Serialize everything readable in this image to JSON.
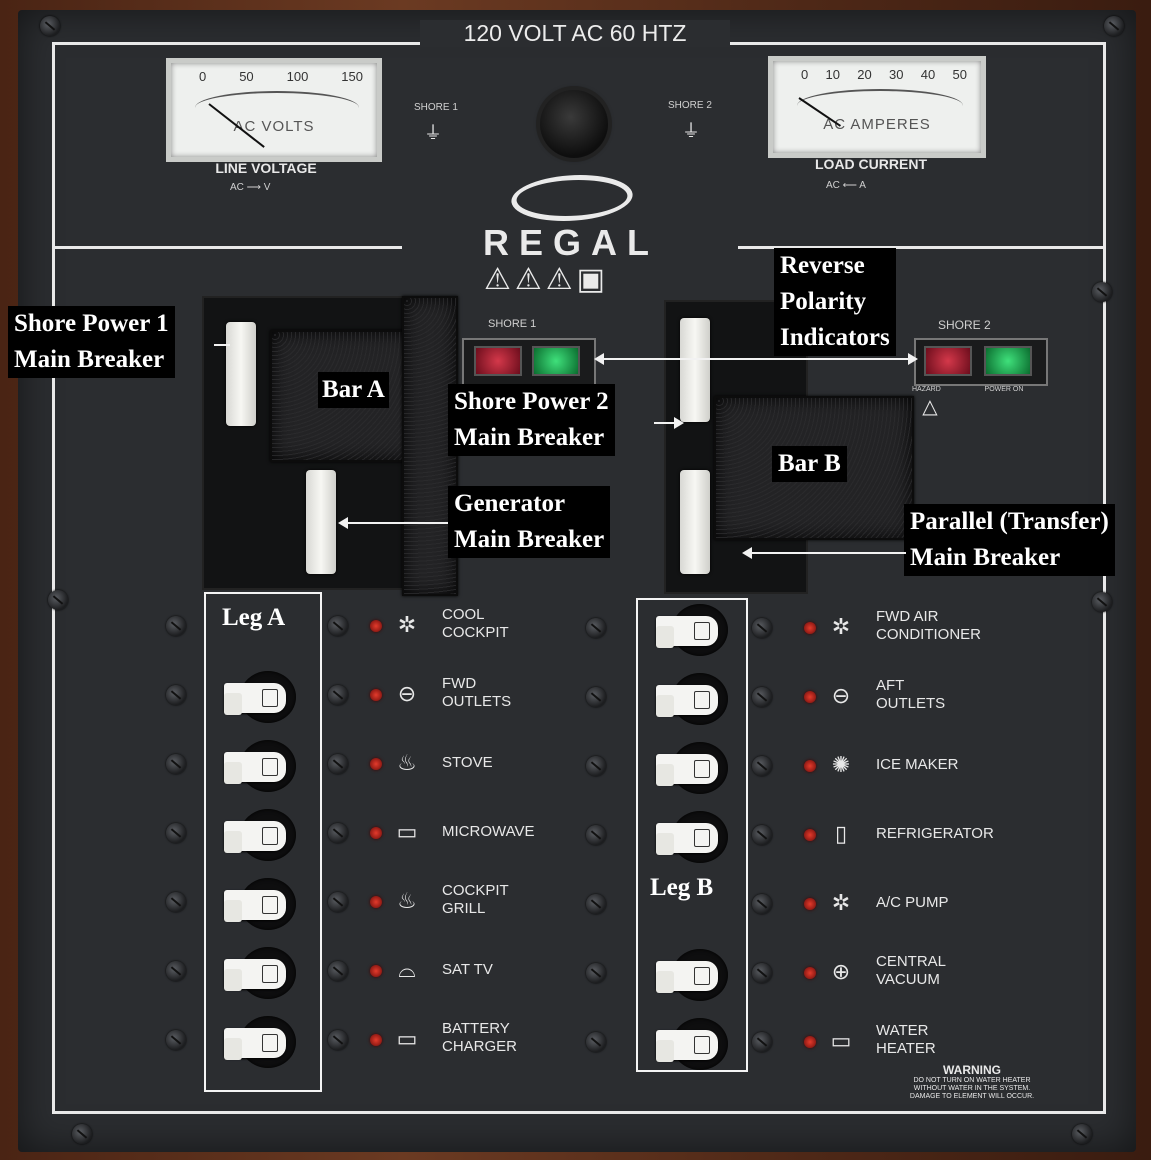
{
  "panel": {
    "header": "120 VOLT AC 60 HTZ",
    "brand": "REGAL",
    "meters": {
      "voltage": {
        "scale": [
          "0",
          "50",
          "100",
          "150"
        ],
        "face_label": "AC VOLTS",
        "title": "LINE VOLTAGE",
        "sub": "AC ⟶ V"
      },
      "current": {
        "scale": [
          "0",
          "10",
          "20",
          "30",
          "40",
          "50"
        ],
        "face_label": "AC AMPERES",
        "title": "LOAD CURRENT",
        "sub": "AC ⟵ A"
      }
    },
    "shore1_symbol_label": "SHORE 1",
    "shore2_symbol_label": "SHORE 2",
    "indicator1_label": "SHORE 1",
    "indicator2_label": "SHORE 2",
    "hazard_label": "HAZARD",
    "power_on_label": "POWER ON",
    "warning": {
      "title": "WARNING",
      "body": "DO NOT TURN ON WATER HEATER WITHOUT WATER IN THE SYSTEM. DAMAGE TO ELEMENT WILL OCCUR."
    }
  },
  "circuits_left": [
    {
      "line1": "COOL",
      "line2": "COCKPIT",
      "icon": "gear-icon"
    },
    {
      "line1": "FWD",
      "line2": "OUTLETS",
      "icon": "outlet-icon"
    },
    {
      "line1": "STOVE",
      "line2": "",
      "icon": "heat-icon"
    },
    {
      "line1": "MICROWAVE",
      "line2": "",
      "icon": "microwave-icon"
    },
    {
      "line1": "COCKPIT",
      "line2": "GRILL",
      "icon": "heat-icon"
    },
    {
      "line1": "SAT TV",
      "line2": "",
      "icon": "dish-icon"
    },
    {
      "line1": "BATTERY",
      "line2": "CHARGER",
      "icon": "battery-icon"
    }
  ],
  "circuits_right": [
    {
      "line1": "FWD AIR",
      "line2": "CONDITIONER",
      "icon": "gear-icon"
    },
    {
      "line1": "AFT",
      "line2": "OUTLETS",
      "icon": "outlet-icon"
    },
    {
      "line1": "ICE MAKER",
      "line2": "",
      "icon": "snowflake-icon"
    },
    {
      "line1": "REFRIGERATOR",
      "line2": "",
      "icon": "fridge-icon"
    },
    {
      "line1": "A/C PUMP",
      "line2": "",
      "icon": "gear-icon"
    },
    {
      "line1": "CENTRAL",
      "line2": "VACUUM",
      "icon": "vacuum-icon"
    },
    {
      "line1": "WATER",
      "line2": "HEATER",
      "icon": "water-heater-icon"
    }
  ],
  "annotations": {
    "shore_power_1": [
      "Shore  Power  1",
      "Main Breaker"
    ],
    "bar_a": "Bar A",
    "shore_power_2": [
      "Shore  Power  2",
      "Main Breaker"
    ],
    "reverse_polarity": [
      "Reverse",
      "Polarity",
      "Indicators"
    ],
    "generator": [
      "Generator",
      " Main Breaker"
    ],
    "bar_b": "Bar B",
    "parallel": [
      "Parallel (Transfer)",
      "Main Breaker"
    ],
    "leg_a": "Leg A",
    "leg_b": "Leg B"
  },
  "colors": {
    "panel": "#2b2d30",
    "label_bg": "#000000",
    "led": "#e33b2c",
    "lamp_red": "#d4384a",
    "lamp_green": "#3fe07b"
  }
}
